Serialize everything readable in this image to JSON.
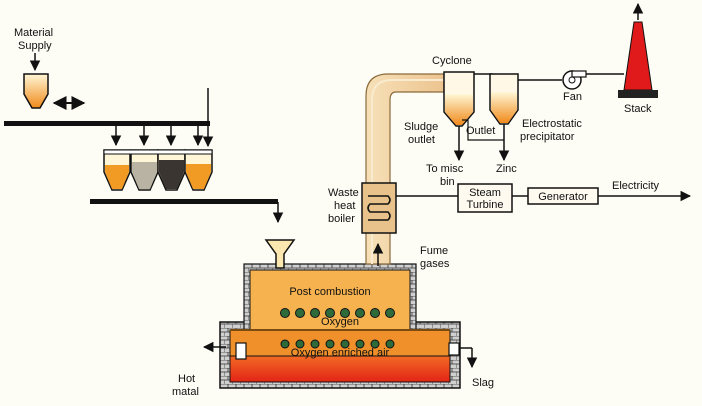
{
  "labels": {
    "material_supply_line1": "Material",
    "material_supply_line2": "Supply",
    "cyclone": "Cyclone",
    "fan": "Fan",
    "stack": "Stack",
    "sludge_outlet_line1": "Sludge",
    "sludge_outlet_line2": "outlet",
    "outlet": "Outlet",
    "electrostatic_line1": "Electrostatic",
    "electrostatic_line2": "precipitator",
    "to_misc_bin_line1": "To misc",
    "to_misc_bin_line2": "bin",
    "zinc": "Zinc",
    "waste_heat_boiler_line1": "Waste",
    "waste_heat_boiler_line2": "heat",
    "waste_heat_boiler_line3": "boiler",
    "steam_turbine_line1": "Steam",
    "steam_turbine_line2": "Turbine",
    "generator": "Generator",
    "electricity": "Electricity",
    "fume_gases_line1": "Fume",
    "fume_gases_line2": "gases",
    "post_combustion": "Post combustion",
    "oxygen": "Oxygen",
    "oxygen_enriched_air": "Oxygen enriched air",
    "hot_metal_line1": "Hot",
    "hot_metal_line2": "matal",
    "slag": "Slag"
  },
  "colors": {
    "background": "#fdfdf5",
    "duct": "#f2d3a3",
    "duct_edge": "#8a6a3a",
    "furnace_upper": "#f6b24e",
    "furnace_middle": "#f0902b",
    "melt": "#e8431d",
    "hopper_fill": "#f4a12c",
    "stack_red": "#e01a1a",
    "nozzle_green": "#3f7a3f",
    "line": "#111111"
  },
  "icons": [
    "fan-icon",
    "arrow-icon",
    "nozzle-icon",
    "heat-coil-icon"
  ]
}
